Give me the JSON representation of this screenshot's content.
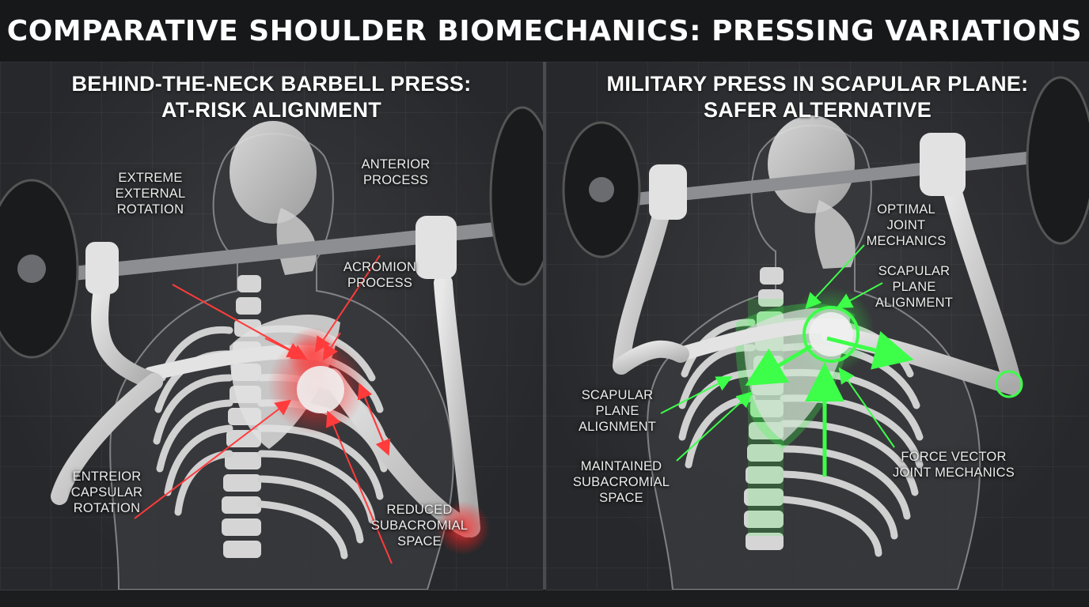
{
  "title": "COMPARATIVE SHOULDER BIOMECHANICS: PRESSING VARIATIONS",
  "left_panel": {
    "heading": [
      "BEHIND-THE-NECK BARBELL PRESS:",
      "AT-RISK ALIGNMENT"
    ],
    "accent_color": "#ff3b3b",
    "labels": {
      "extreme_external_rotation": [
        "EXTREME",
        "EXTERNAL",
        "ROTATION"
      ],
      "anterior_process": [
        "ANTERIOR",
        "PROCESS"
      ],
      "acromion_process": [
        "ACROMION",
        "PROCESS"
      ],
      "entreior_capsular_rotation": [
        "ENTREIOR",
        "CAPSULAR",
        "ROTATION"
      ],
      "reduced_subacromial_space": [
        "REDUCED",
        "SUBACROMIAL",
        "SPACE"
      ]
    }
  },
  "right_panel": {
    "heading": [
      "MILITARY PRESS IN SCAPULAR PLANE:",
      "SAFER ALTERNATIVE"
    ],
    "accent_color": "#3dff4a",
    "labels": {
      "optimal_joint_mechanics": [
        "OPTIMAL",
        "JOINT",
        "MECHANICS"
      ],
      "scapular_plane_alignment_top": [
        "SCAPULAR",
        "PLANE",
        "ALIGNMENT"
      ],
      "scapular_plane_alignment_left": [
        "SCAPULAR",
        "PLANE",
        "ALIGNMENT"
      ],
      "maintained_subacromial_space": [
        "MAINTAINED",
        "SUBACROMIAL",
        "SPACE"
      ],
      "force_vector_joint_mechanics": [
        "FORCE VECTOR",
        "JOINT MECHANICS"
      ]
    }
  }
}
